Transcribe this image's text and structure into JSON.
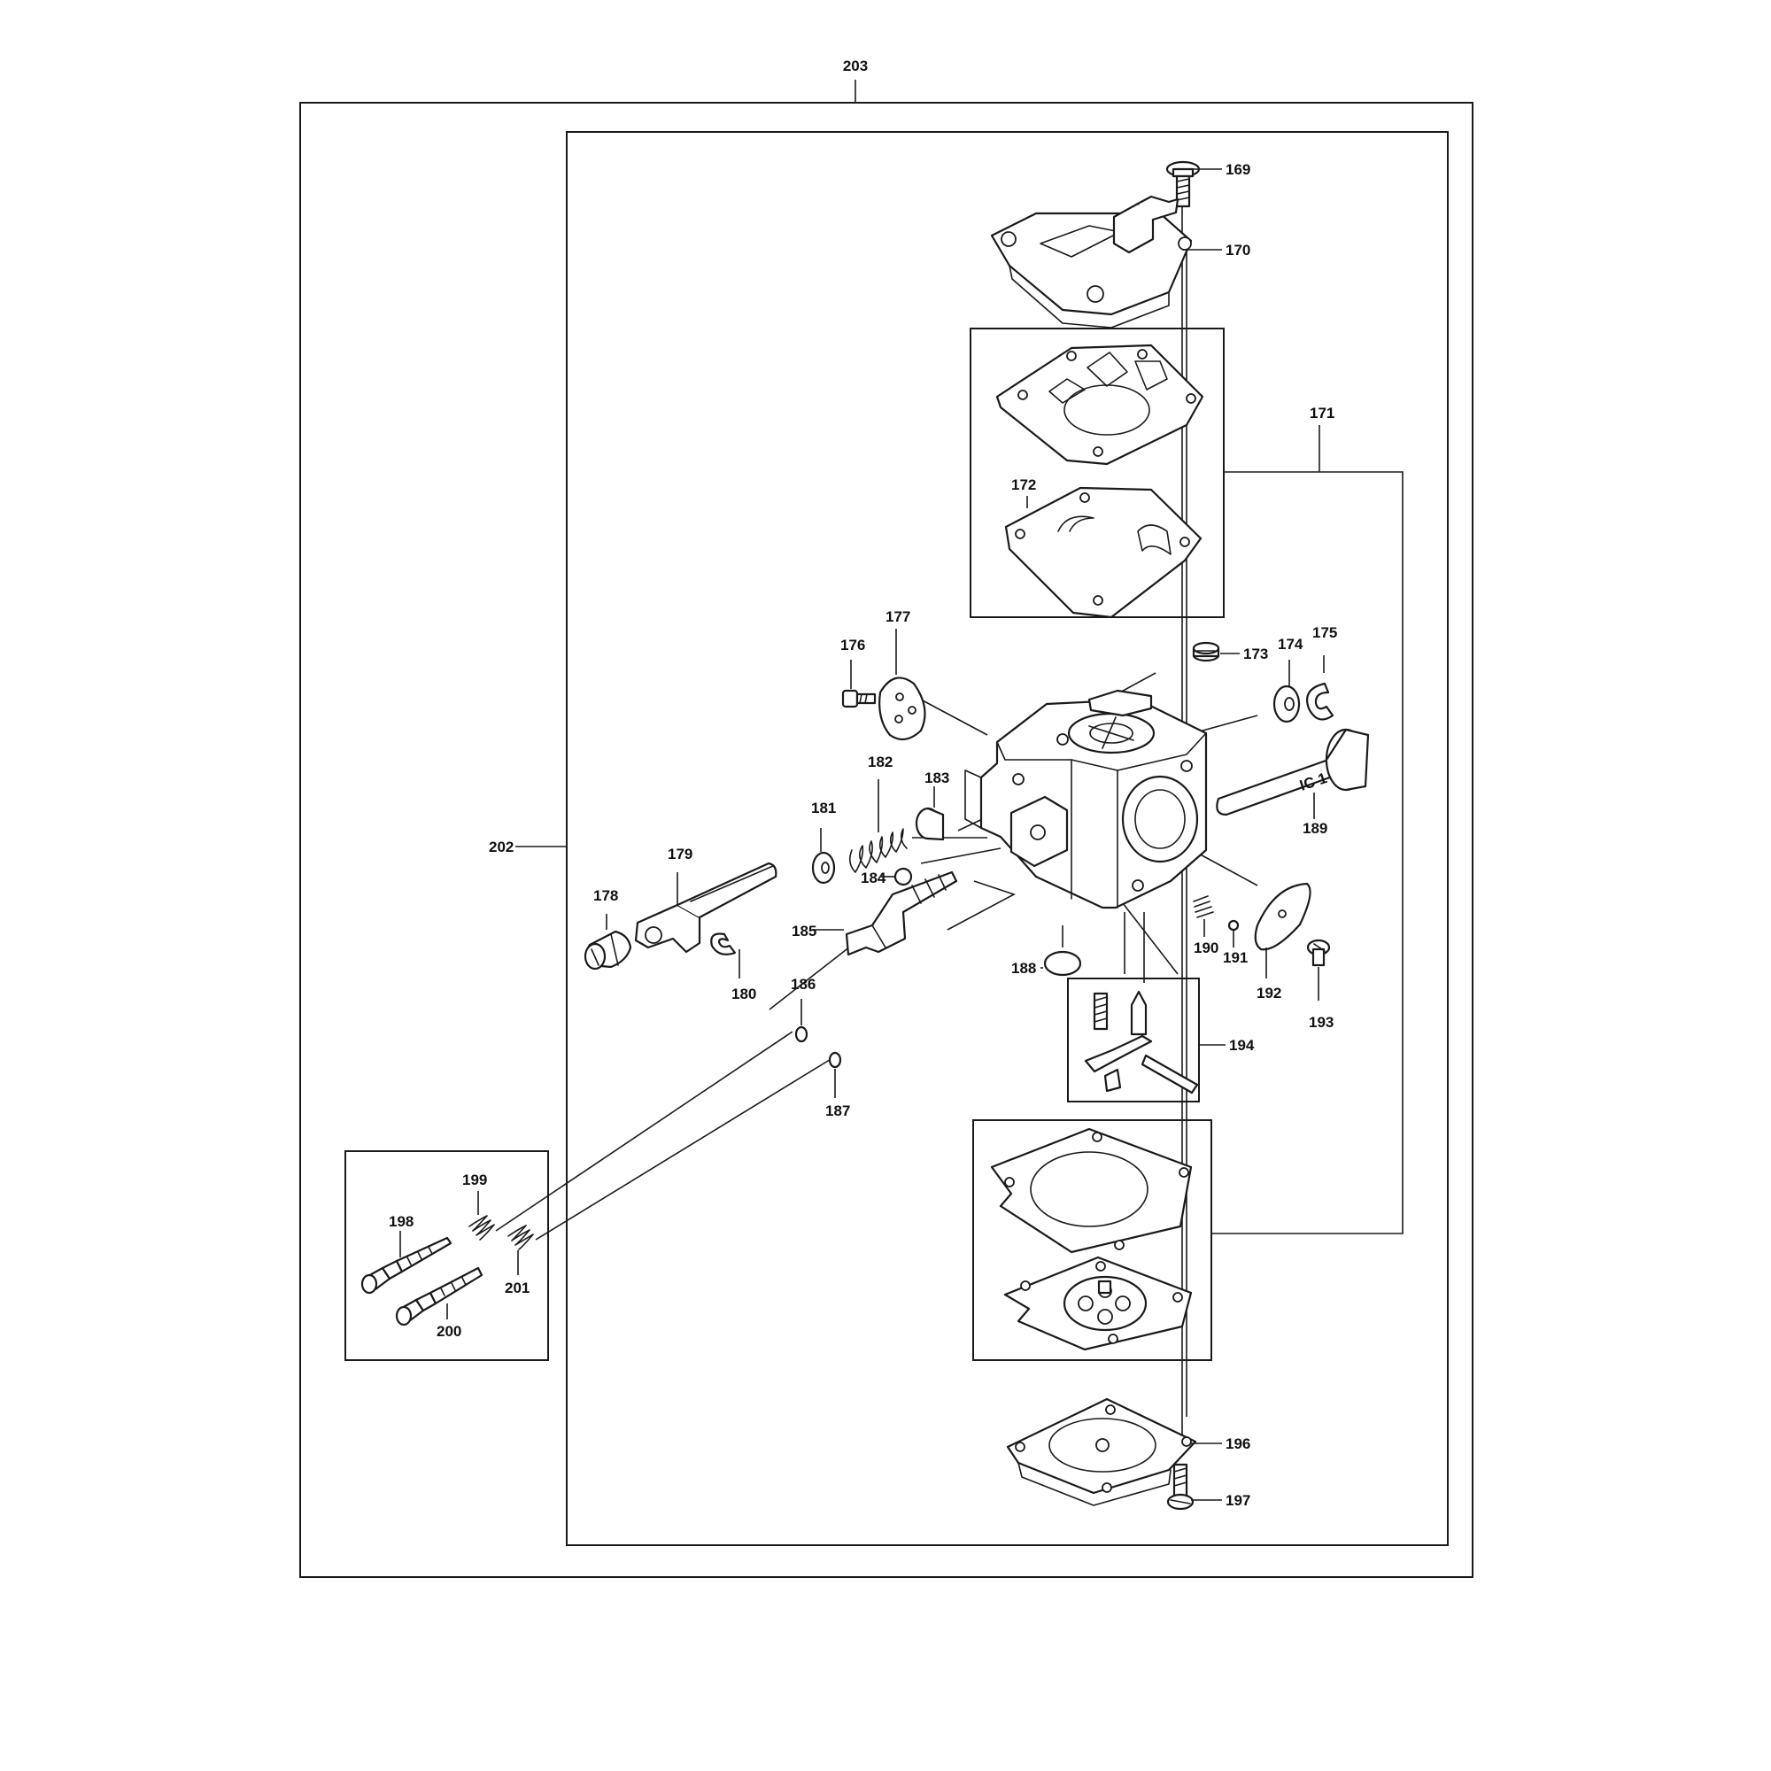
{
  "diagram": {
    "callouts": {
      "p169": "169",
      "p170": "170",
      "p171": "171",
      "p172": "172",
      "p173": "173",
      "p174": "174",
      "p175": "175",
      "p176": "176",
      "p177": "177",
      "p178": "178",
      "p179": "179",
      "p180": "180",
      "p181": "181",
      "p182": "182",
      "p183": "183",
      "p184": "184",
      "p185": "185",
      "p186": "186",
      "p187": "187",
      "p188": "188",
      "p189": "189",
      "p190": "190",
      "p191": "191",
      "p192": "192",
      "p193": "193",
      "p194": "194",
      "p196": "196",
      "p197": "197",
      "p198": "198",
      "p199": "199",
      "p200": "200",
      "p201": "201",
      "p202": "202",
      "p203": "203"
    },
    "part_marking": "IC 1"
  }
}
